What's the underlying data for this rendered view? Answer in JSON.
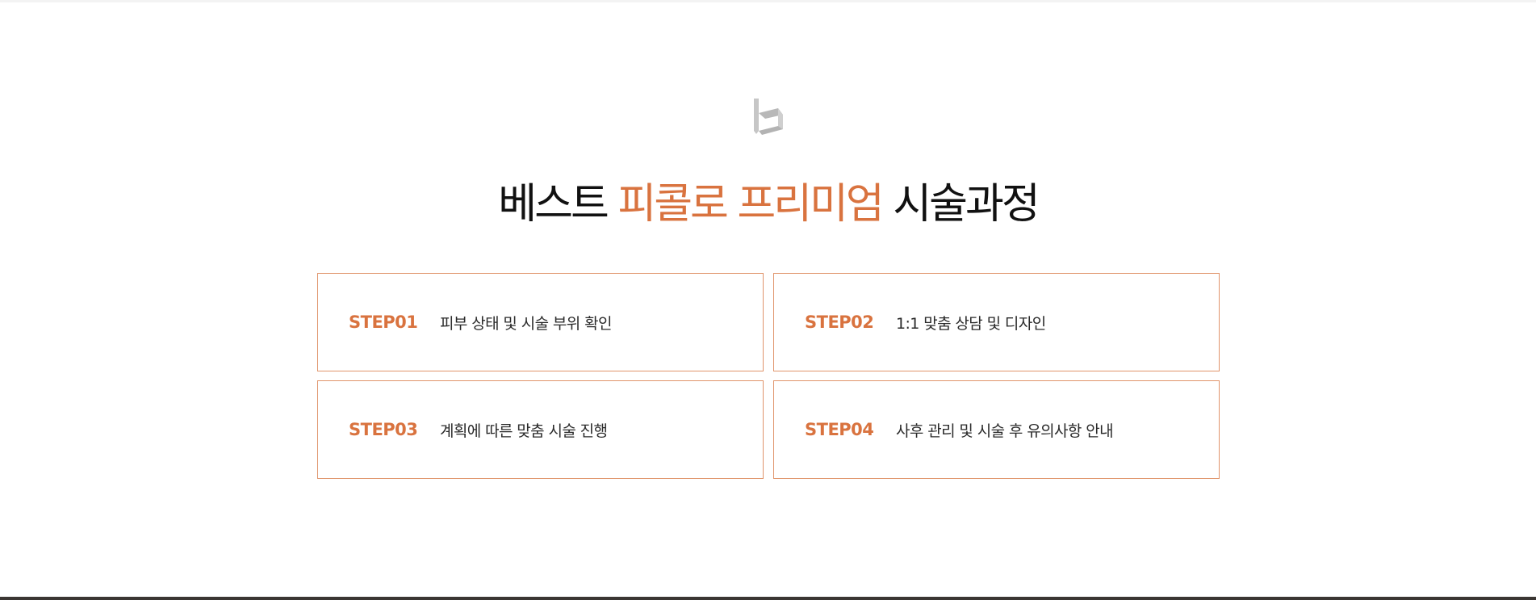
{
  "header": {
    "logo_icon": "brand-mark-icon",
    "title_prefix": "베스트",
    "title_accent": "피콜로 프리미엄",
    "title_suffix": "시술과정",
    "accent_color": "#d9733f"
  },
  "steps": [
    {
      "label": "STEP01",
      "text": "피부 상태 및 시술 부위 확인"
    },
    {
      "label": "STEP02",
      "text": "1:1 맞춤 상담 및 디자인"
    },
    {
      "label": "STEP03",
      "text": "계획에 따른 맞춤 시술 진행"
    },
    {
      "label": "STEP04",
      "text": "사후 관리 및 시술 후 유의사항 안내"
    }
  ]
}
